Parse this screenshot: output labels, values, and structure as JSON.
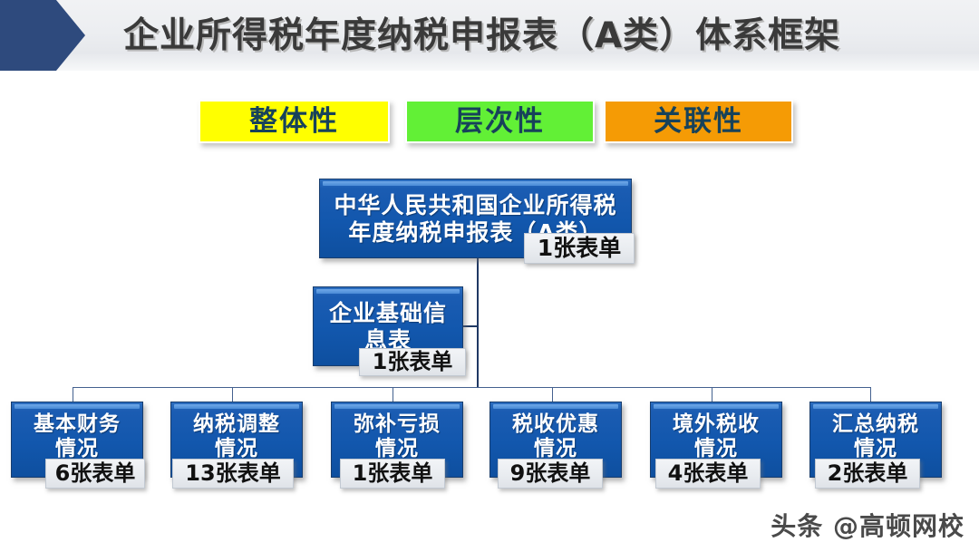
{
  "header": {
    "title": "企业所得税年度纳税申报表（A类）体系框架",
    "chevron_color": "#2e4a7d",
    "bar_color": "#eceef1"
  },
  "chips": [
    {
      "label": "整体性",
      "color": "#ffff00"
    },
    {
      "label": "层次性",
      "color": "#62f036"
    },
    {
      "label": "关联性",
      "color": "#f59b05"
    }
  ],
  "tree": {
    "root": {
      "line1": "中华人民共和国企业所得税",
      "line2": "年度纳税申报表（A类）",
      "badge": "1张表单"
    },
    "level2": {
      "line1": "企业基础信",
      "line2": "息表",
      "badge": "1张表单"
    },
    "leaves": [
      {
        "line1": "基本财务",
        "line2": "情况",
        "badge": "6张表单"
      },
      {
        "line1": "纳税调整",
        "line2": "情况",
        "badge": "13张表单"
      },
      {
        "line1": "弥补亏损",
        "line2": "情况",
        "badge": "1张表单"
      },
      {
        "line1": "税收优惠",
        "line2": "情况",
        "badge": "9张表单"
      },
      {
        "line1": "境外税收",
        "line2": "情况",
        "badge": "4张表单"
      },
      {
        "line1": "汇总纳税",
        "line2": "情况",
        "badge": "2张表单"
      }
    ]
  },
  "node_color": "#1257ad",
  "line_color": "#1f3864",
  "watermark": "头条 @高顿网校"
}
